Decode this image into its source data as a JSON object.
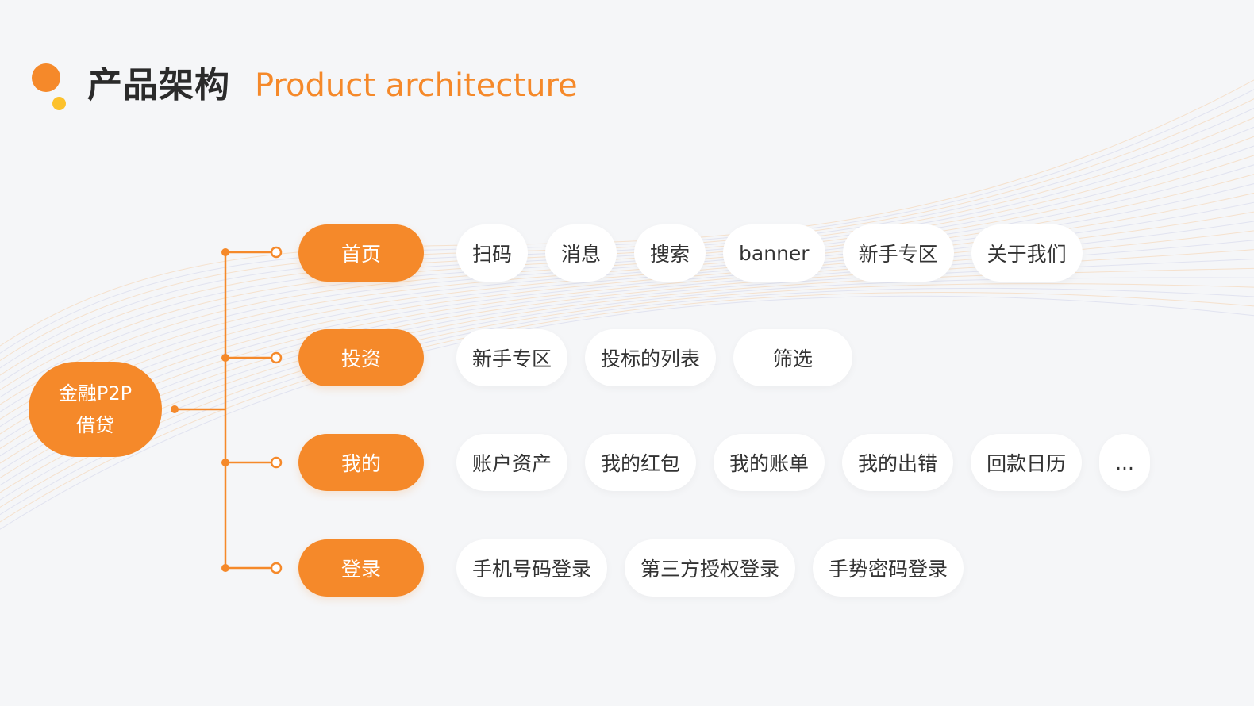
{
  "header": {
    "title_cn": "产品架构",
    "title_en": "Product architecture"
  },
  "tree": {
    "root": {
      "line1": "金融P2P",
      "line2": "借贷"
    },
    "categories": [
      {
        "label": "首页",
        "items": [
          "扫码",
          "消息",
          "搜索",
          "banner",
          "新手专区",
          "关于我们"
        ]
      },
      {
        "label": "投资",
        "items": [
          "新手专区",
          "投标的列表",
          "筛选"
        ]
      },
      {
        "label": "我的",
        "items": [
          "账户资产",
          "我的红包",
          "我的账单",
          "我的出错",
          "回款日历",
          "..."
        ]
      },
      {
        "label": "登录",
        "items": [
          "手机号码登录",
          "第三方授权登录",
          "手势密码登录"
        ]
      }
    ]
  },
  "colors": {
    "accent": "#f5892a",
    "accent_light": "#fcc12c",
    "pill_bg": "#ffffff",
    "background": "#f5f6f8"
  }
}
